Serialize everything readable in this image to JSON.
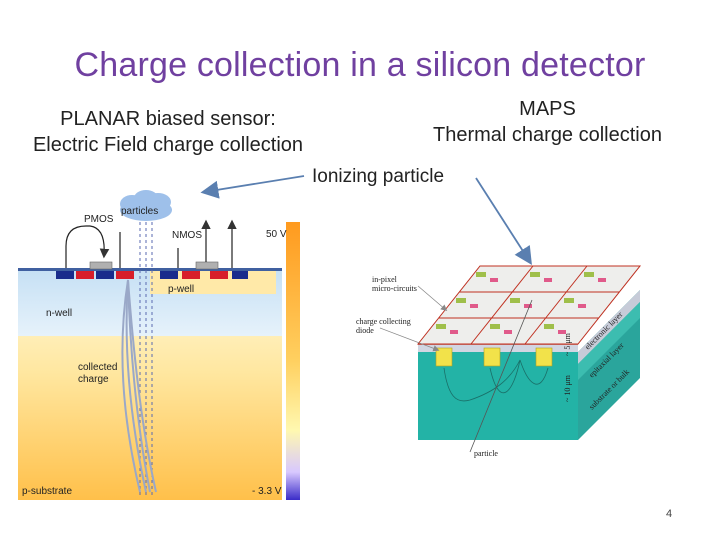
{
  "title": "Charge collection in a silicon detector",
  "left_caption": {
    "line1": "PLANAR biased sensor:",
    "line2": "Electric Field charge collection"
  },
  "right_caption": {
    "line1": "MAPS",
    "line2": "Thermal charge collection"
  },
  "ionizing_label": "Ionizing particle",
  "planar_diagram": {
    "pmos": "PMOS",
    "particles": "particles",
    "nmos": "NMOS",
    "top_voltage": "50 V",
    "p_well": "p-well",
    "n_well": "n-well",
    "collected_line1": "collected",
    "collected_line2": "charge",
    "p_substrate": "p-substrate",
    "bottom_voltage": "- 3.3 V"
  },
  "maps_diagram": {
    "inpixel_line1": "in-pixel",
    "inpixel_line2": "micro-circuits",
    "diode_line1": "charge collecting",
    "diode_line2": "diode",
    "particle": "particle",
    "side_electronic": "electronic layer",
    "side_epitaxial": "epitaxial layer",
    "side_substrate": "substrate or bulk",
    "depth1": "~ 5 μm",
    "depth2": "~ 10 μm"
  },
  "page_number": "4"
}
